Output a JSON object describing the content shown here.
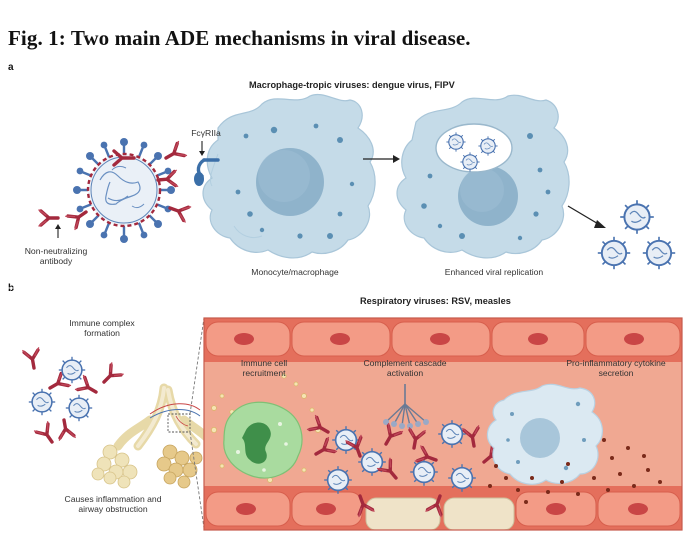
{
  "figure_title": "Fig. 1: Two main ADE mechanisms in viral disease.",
  "panel_a": {
    "letter": "a",
    "title": "Macrophage-tropic viruses: dengue virus, FIPV",
    "receptor_label": "FcγRIIa",
    "antibody_label": "Non-neutralizing antibody",
    "cell_label": "Monocyte/macrophage",
    "replication_label": "Enhanced viral replication"
  },
  "panel_b": {
    "letter": "b",
    "title": "Respiratory viruses: RSV, measles",
    "immune_complex_label": "Immune complex formation",
    "inflammation_label": "Causes inflammation and airway obstruction",
    "recruitment_label": "Immune cell recruitment",
    "complement_label": "Complement cascade activation",
    "cytokine_label": "Pro-inflammatory cytokine secretion"
  },
  "colors": {
    "antibody": "#a3293d",
    "virus_core": "#e8eef6",
    "virus_spike": "#4a73b0",
    "macrophage": "#c5dbe8",
    "nucleus": "#8fb3cb",
    "vessel": "#f0a892",
    "rbc": "#d44a4a",
    "neutrophil": "#8fcf86"
  }
}
